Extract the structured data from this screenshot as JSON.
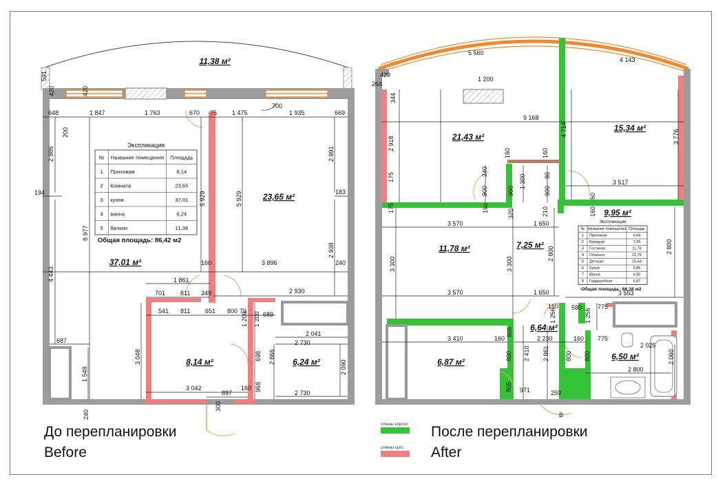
{
  "colors": {
    "wall": "#9c9c9c",
    "brick": "#36c236",
    "gypsum": "#f07f7f",
    "window": "#f08a30",
    "door_arc": "#f0a050",
    "dim_line": "#222222",
    "b_label": "#e02020"
  },
  "captions": {
    "before_ru": "До перепланировки",
    "before_en": "Before",
    "after_ru": "После перепланировки",
    "after_en": "After",
    "legend_brick": "стены кирпич",
    "legend_gypsum": "стены гипс"
  },
  "before": {
    "rooms": {
      "balcony": "11,38 м²",
      "living": "37,01 м²",
      "room": "23,65 м²",
      "hall": "8,14 м²",
      "bath": "6,24 м²"
    },
    "explication": {
      "title": "Экспликация",
      "headers": [
        "№",
        "Название помещения",
        "Площадь"
      ],
      "rows": [
        [
          "1",
          "Прихожая",
          "8,14"
        ],
        [
          "2",
          "Комната",
          "23,65"
        ],
        [
          "3",
          "кухня",
          "37,01"
        ],
        [
          "4",
          "ванна",
          "6,24"
        ],
        [
          "5",
          "балкон",
          "11,38"
        ]
      ],
      "total": "Общая площадь: 86,42 м2"
    },
    "dims": {
      "d591": "591",
      "d420a": "420",
      "d420b": "420",
      "d648": "648",
      "d1847": "1 847",
      "d1763": "1 763",
      "d670": "670",
      "d75": "75",
      "d1475": "1 475",
      "d1935": "1 935",
      "d669": "669",
      "d700": "700",
      "d2986": "2 986",
      "d200": "200",
      "d194": "194",
      "d8977": "8 977",
      "d4443": "4 443",
      "d687": "687",
      "d1548": "1 548",
      "d240a": "240",
      "d5929a": "5 929",
      "d5929b": "5 929",
      "d2991": "2 991",
      "d183": "183",
      "d2938": "2 938",
      "d160": "160",
      "d3896": "3 896",
      "d240b": "240",
      "d1861": "1 861",
      "d701": "701",
      "d811a": "811",
      "d349": "349",
      "d2930": "2 930",
      "d541": "541",
      "d811b": "811",
      "d651": "651",
      "d800": "800",
      "d79": "79",
      "d1200a": "1 200",
      "d1200b": "1 200",
      "d689": "689",
      "d2041": "2 041",
      "d2730a": "2 730",
      "d3048": "3 048",
      "d698": "698",
      "d2866": "2 866",
      "d2090": "2 090",
      "d968": "968",
      "d3042": "3 042",
      "d160b": "160",
      "d897": "897",
      "d2730b": "2 730",
      "d300": "300"
    }
  },
  "after": {
    "rooms": {
      "living": "21,43 м²",
      "bedroom": "15,34 м²",
      "dressing_top": "9,95 м²",
      "kids": "11,78 м²",
      "corridor": "7,25 м²",
      "hall": "6,64 м²",
      "wardrobe": "6,87 м²",
      "bath": "6,50 м²"
    },
    "explication": {
      "title": "Экспликация",
      "headers": [
        "№",
        "Название помещения",
        "Площадь"
      ],
      "rows": [
        [
          "1",
          "Прихожая",
          "6,64"
        ],
        [
          "2",
          "Коридор",
          "7,25"
        ],
        [
          "3",
          "Гостиная",
          "11,78"
        ],
        [
          "4",
          "Спальня",
          "21,75"
        ],
        [
          "5",
          "Детская",
          "15,64"
        ],
        [
          "6",
          "Кухня",
          "9,95"
        ],
        [
          "7",
          "Ванна",
          "6,50"
        ],
        [
          "8",
          "Гардеробная",
          "6,87"
        ]
      ],
      "total": "Общая площадь: 86,38 м2"
    },
    "dims": {
      "d5560": "5 560",
      "d4143": "4 143",
      "d264": "264",
      "d420": "420",
      "d9168": "9 168",
      "d4714": "4 714",
      "d3776": "3 776",
      "d1200": "1 200",
      "d344": "344",
      "d2918": "2 918",
      "d175a": "175",
      "d175b": "175",
      "d160a": "160",
      "d160b": "160",
      "d240": "240",
      "d900a": "900",
      "d900b": "900",
      "d1300": "1 300",
      "d900c": "900",
      "d80": "80",
      "d3517": "3 517",
      "d50": "50",
      "d160c": "160",
      "d320": "320",
      "d210": "210",
      "d160d": "160",
      "d3570a": "3 570",
      "d1650a": "1 650",
      "d3300a": "3 300",
      "d3300b": "3 300",
      "d2800a": "2 800",
      "d2800b": "2 800",
      "d3570b": "3 570",
      "d1650b": "1 650",
      "d3553": "3 553",
      "d160e": "160",
      "d580": "580",
      "d775a": "775",
      "d1256a": "1 256",
      "d1256b": "1 256",
      "d805a": "805",
      "d3410": "3 410",
      "d160f": "160",
      "d2230": "2 230",
      "d160g": "160",
      "d775b": "775",
      "d2025": "2 025",
      "d800a": "800",
      "d2410": "2 410",
      "d2861": "2 861",
      "d800b": "800",
      "d800c": "800",
      "d2800c": "2 800",
      "d2060": "2 060",
      "d805b": "805",
      "d971": "971",
      "d259": "259",
      "B": "B"
    }
  }
}
